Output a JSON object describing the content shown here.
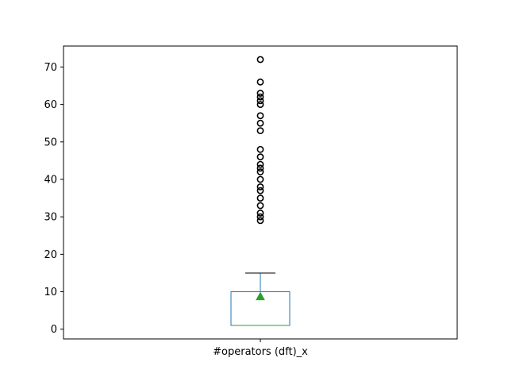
{
  "chart_data": {
    "type": "box",
    "categories": [
      "#operators (dft)_x"
    ],
    "ylim": [
      -2.6,
      75.6
    ],
    "yticks": [
      0,
      10,
      20,
      30,
      40,
      50,
      60,
      70
    ],
    "grid": false,
    "box": {
      "q1": 1,
      "median": 1,
      "q3": 10,
      "whisker_low": 1,
      "whisker_high": 15,
      "mean": 8.7
    },
    "outliers": [
      29,
      30,
      31,
      33,
      35,
      37,
      38,
      40,
      42,
      43,
      44,
      46,
      48,
      53,
      55,
      57,
      60,
      61,
      62,
      63,
      66,
      72
    ],
    "colors": {
      "box": "#1f77b4",
      "median": "#2ca02c",
      "mean": "#2ca02c",
      "whisker_cap": "#000000",
      "outlier": "#000000"
    }
  }
}
